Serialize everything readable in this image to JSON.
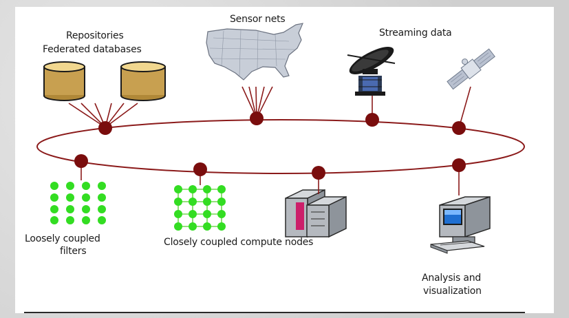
{
  "labels": {
    "repositories": "Repositories",
    "federated_databases": "Federated databases",
    "sensor_nets": "Sensor nets",
    "streaming_data": "Streaming data",
    "loosely_coupled_line1": "Loosely coupled",
    "loosely_coupled_line2": "filters",
    "closely_coupled": "Closely coupled compute nodes",
    "analysis_line1": "Analysis and",
    "analysis_line2": "visualization"
  },
  "colors": {
    "ring": "#8b1a1a",
    "node": "#7a0d0d",
    "database": "#c8a050",
    "filter_green": "#33dd22",
    "map_fill": "#c8ced8",
    "panel": "#ffffff"
  },
  "icons": [
    "database-icon",
    "us-map-icon",
    "satellite-dish-icon",
    "satellite-icon",
    "filter-grid-icon",
    "mesh-grid-icon",
    "server-icon",
    "workstation-icon"
  ]
}
